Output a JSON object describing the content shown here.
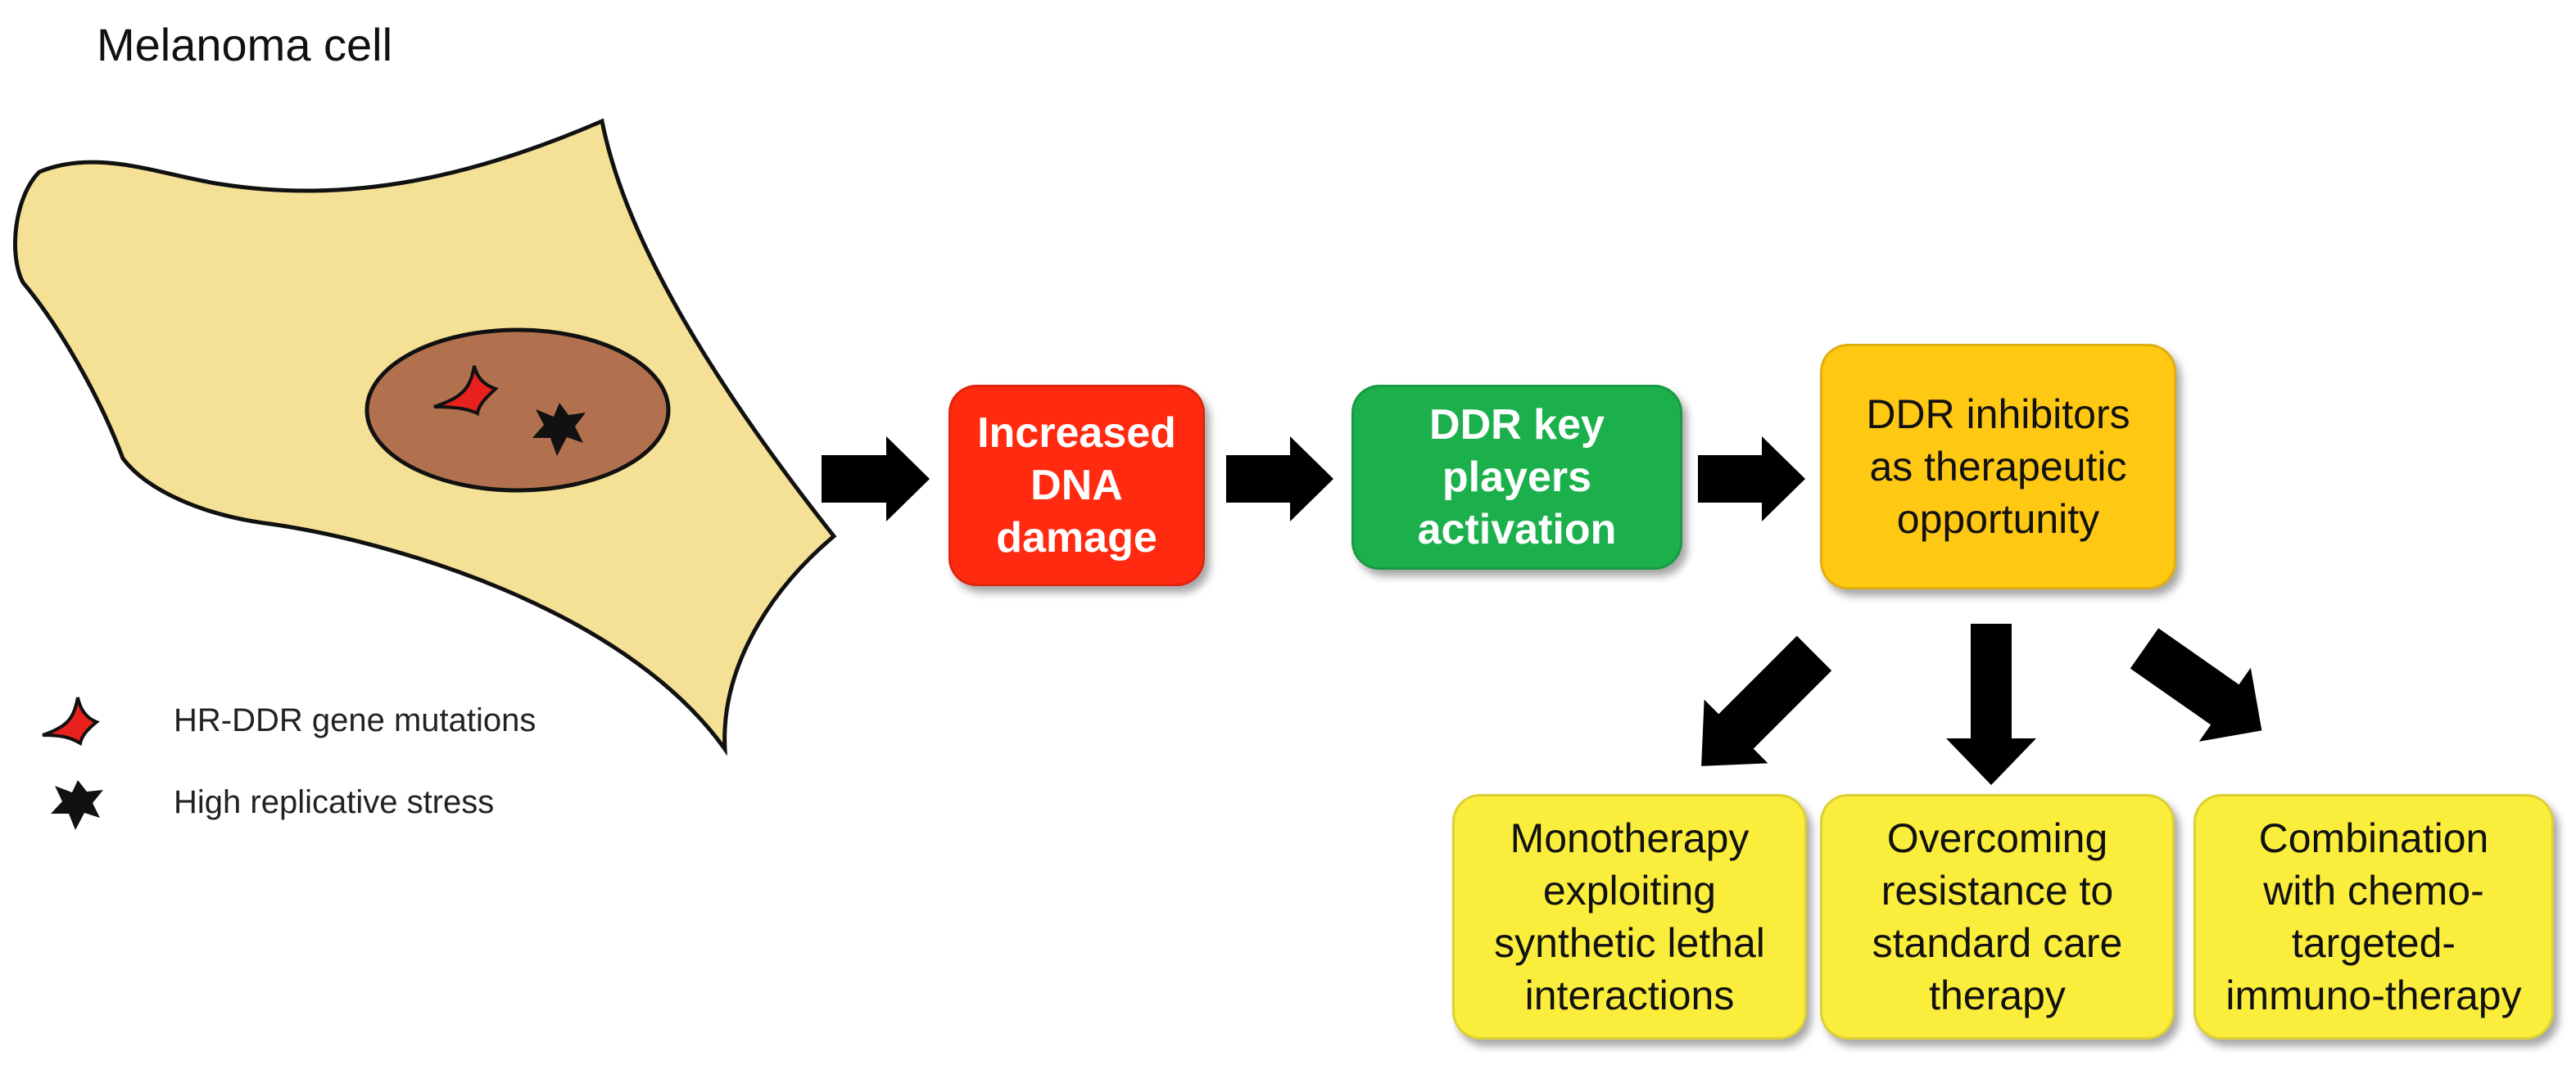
{
  "title": "Melanoma cell",
  "colors": {
    "cytoplasm": "#f4e196",
    "nucleus": "#b2714e",
    "red_mark": "#e8211c",
    "black_mark": "#111111",
    "arrow": "#000000",
    "box_damage": "#ff2a10",
    "box_activation": "#1cb04d",
    "box_inhibitors": "#ffc812",
    "box_outcome": "#fbed3c"
  },
  "legend": {
    "mutation": {
      "icon": "red-star-icon",
      "label": "HR-DDR gene mutations"
    },
    "stress": {
      "icon": "black-star-icon",
      "label": "High replicative stress"
    }
  },
  "boxes": {
    "damage": "Increased\nDNA\ndamage",
    "activation": "DDR key\nplayers\nactivation",
    "inhibitors": "DDR inhibitors\nas therapeutic\nopportunity"
  },
  "outcomes": [
    "Monotherapy\nexploiting\nsynthetic lethal\ninteractions",
    "Overcoming\nresistance to\nstandard care\ntherapy",
    "Combination\nwith chemo-\ntargeted-\nimmuno-therapy"
  ]
}
